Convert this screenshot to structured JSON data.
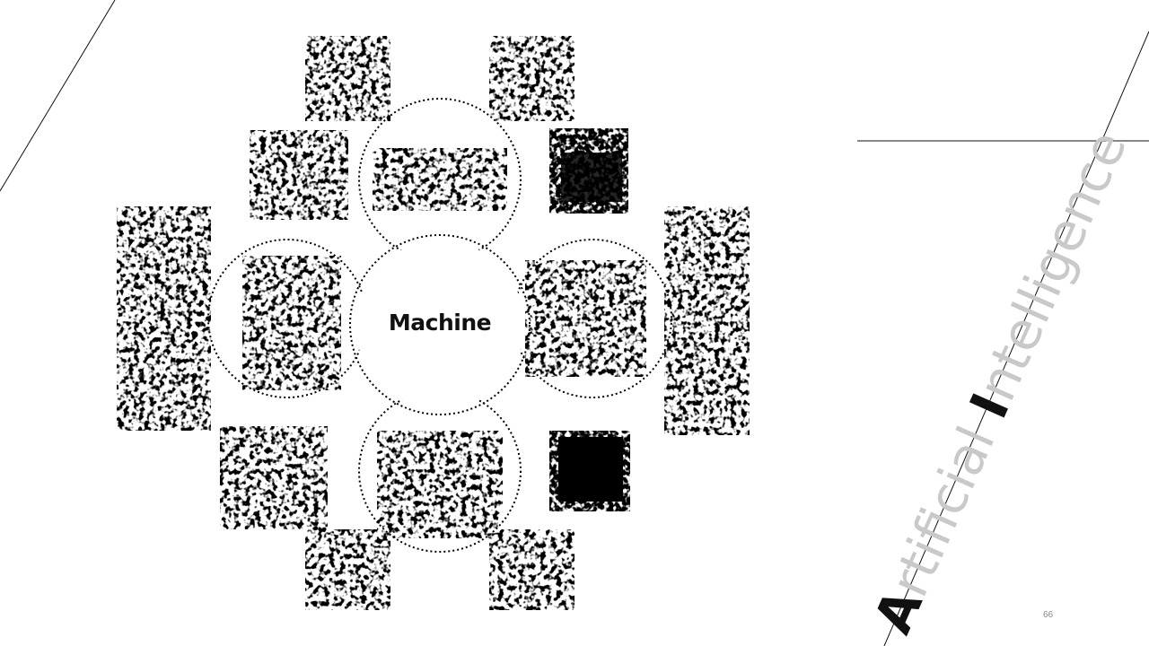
{
  "slide": {
    "center_label": "Machine",
    "title": {
      "first_initial": "A",
      "first_rest": "rtificial ",
      "second_initial": "I",
      "second_rest": "ntelligence"
    },
    "page_number": "66"
  },
  "colors": {
    "background": "#ffffff",
    "ink": "#111111",
    "title_light": "#c9c9c9",
    "page_number": "#8a8a8a"
  }
}
